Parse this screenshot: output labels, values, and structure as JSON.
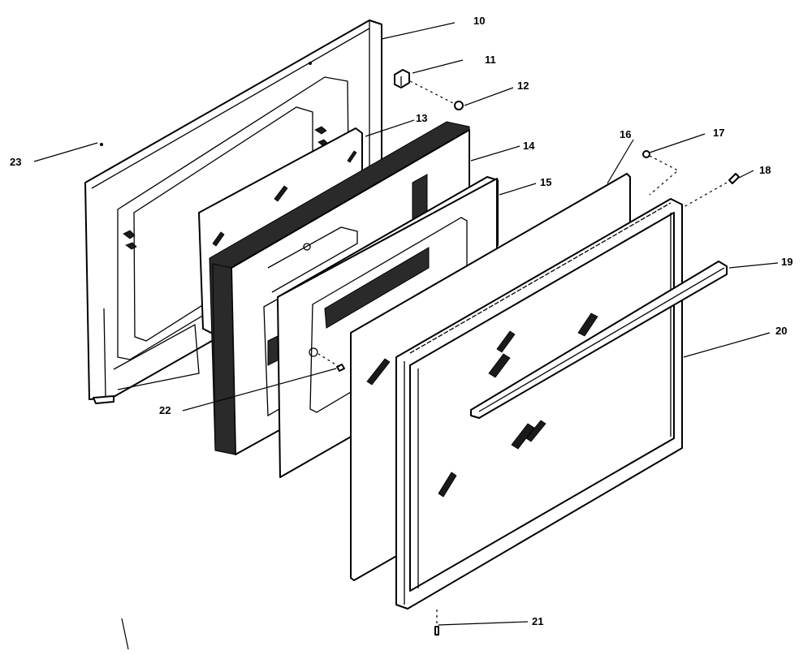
{
  "diagram": {
    "callouts": [
      {
        "id": "10",
        "label": "10"
      },
      {
        "id": "11",
        "label": "11"
      },
      {
        "id": "12",
        "label": "12"
      },
      {
        "id": "13",
        "label": "13"
      },
      {
        "id": "14",
        "label": "14"
      },
      {
        "id": "15",
        "label": "15"
      },
      {
        "id": "16",
        "label": "16"
      },
      {
        "id": "17",
        "label": "17"
      },
      {
        "id": "18",
        "label": "18"
      },
      {
        "id": "19",
        "label": "19"
      },
      {
        "id": "20",
        "label": "20"
      },
      {
        "id": "21",
        "label": "21"
      },
      {
        "id": "22",
        "label": "22"
      },
      {
        "id": "23",
        "label": "23"
      }
    ]
  }
}
